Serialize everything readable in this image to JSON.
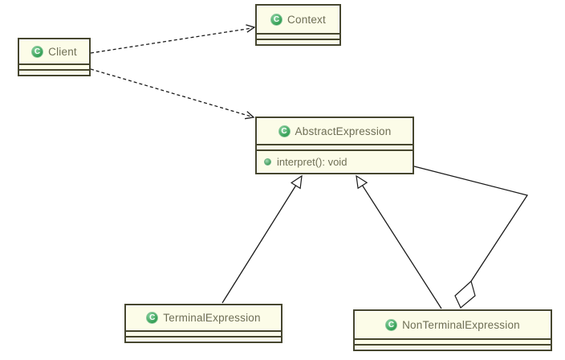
{
  "diagram_type": "uml-class-diagram",
  "classes": [
    {
      "name": "Client",
      "attributes": [],
      "methods": []
    },
    {
      "name": "Context",
      "attributes": [],
      "methods": []
    },
    {
      "name": "AbstractExpression",
      "attributes": [],
      "methods": [
        "interpret(): void"
      ]
    },
    {
      "name": "TerminalExpression",
      "attributes": [],
      "methods": []
    },
    {
      "name": "NonTerminalExpression",
      "attributes": [],
      "methods": []
    }
  ],
  "relationships": [
    {
      "type": "dependency",
      "from": "Client",
      "to": "Context",
      "line": "dashed",
      "head": "open-arrow"
    },
    {
      "type": "dependency",
      "from": "Client",
      "to": "AbstractExpression",
      "line": "dashed",
      "head": "open-arrow"
    },
    {
      "type": "generalization",
      "from": "TerminalExpression",
      "to": "AbstractExpression",
      "line": "solid",
      "head": "hollow-triangle"
    },
    {
      "type": "generalization",
      "from": "NonTerminalExpression",
      "to": "AbstractExpression",
      "line": "solid",
      "head": "hollow-triangle"
    },
    {
      "type": "aggregation",
      "from": "NonTerminalExpression",
      "to": "AbstractExpression",
      "line": "solid",
      "head": "hollow-diamond-at-source"
    }
  ],
  "icons": {
    "class_letter": "C",
    "class_icon": "green-circle-with-C",
    "method_public_icon": "green-filled-circle"
  },
  "colors": {
    "canvas": "#FFFFFF",
    "class_fill": "#FCFCE8",
    "class_border": "#46462E",
    "class_title_text": "#6E6E55",
    "class_icon_green": "#2E9B4F",
    "method_icon_green": "#3F9C5C",
    "connector": "#1A1A1A"
  }
}
